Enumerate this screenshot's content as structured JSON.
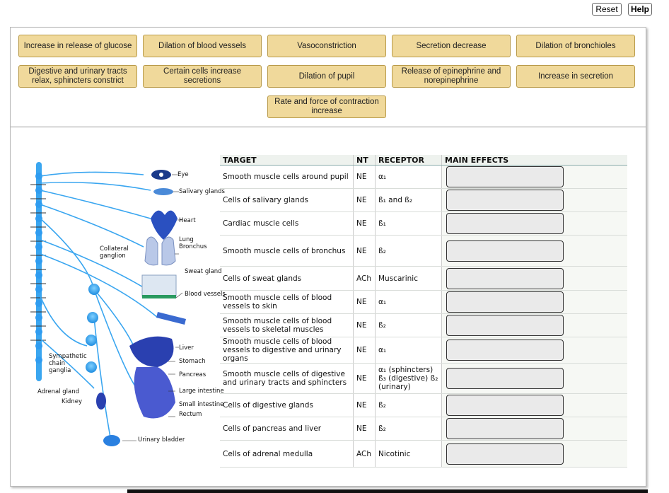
{
  "toolbar": {
    "reset_label": "Reset",
    "help_label": "Help"
  },
  "labels_bank": [
    "Increase in release of glucose",
    "Dilation of blood vessels",
    "Vasoconstriction",
    "Secretion decrease",
    "Dilation of bronchioles",
    "Digestive and urinary tracts relax, sphincters constrict",
    "Certain cells increase secretions",
    "Dilation of pupil",
    "Release of epinephrine and norepinephrine",
    "Increase in secretion",
    "Rate and force of contraction increase"
  ],
  "table": {
    "headers": {
      "target": "TARGET",
      "nt": "NT",
      "receptor": "RECEPTOR",
      "effects": "MAIN EFFECTS"
    },
    "rows": [
      {
        "target": "Smooth muscle cells around pupil",
        "nt": "NE",
        "receptor": "α₁"
      },
      {
        "target": "Cells of salivary glands",
        "nt": "NE",
        "receptor": "ß₁ and ß₂"
      },
      {
        "target": "Cardiac muscle cells",
        "nt": "NE",
        "receptor": "ß₁"
      },
      {
        "target": "Smooth muscle cells of bronchus",
        "nt": "NE",
        "receptor": "ß₂"
      },
      {
        "target": "Cells of sweat glands",
        "nt": "ACh",
        "receptor": "Muscarinic"
      },
      {
        "target": "Smooth muscle cells of blood vessels to skin",
        "nt": "NE",
        "receptor": "α₁"
      },
      {
        "target": "Smooth muscle cells of blood vessels to skeletal muscles",
        "nt": "NE",
        "receptor": "ß₂"
      },
      {
        "target": "Smooth muscle cells of blood vessels to digestive and urinary organs",
        "nt": "NE",
        "receptor": "α₁"
      },
      {
        "target": "Smooth muscle cells of digestive and urinary tracts and sphincters",
        "nt": "NE",
        "receptor": "α₁ (sphincters) ß₃ (digestive) ß₂ (urinary)"
      },
      {
        "target": "Cells of digestive glands",
        "nt": "NE",
        "receptor": "ß₂"
      },
      {
        "target": "Cells of pancreas and liver",
        "nt": "NE",
        "receptor": "ß₂"
      },
      {
        "target": "Cells of adrenal medulla",
        "nt": "ACh",
        "receptor": "Nicotinic"
      }
    ]
  },
  "anatomy_labels": {
    "eye": "Eye",
    "salivary": "Salivary glands",
    "heart": "Heart",
    "lung": "Lung",
    "bronchus": "Bronchus",
    "collateral": "Collateral ganglion",
    "sweat": "Sweat gland",
    "blood_vessels": "Blood vessels",
    "liver": "Liver",
    "stomach": "Stomach",
    "pancreas": "Pancreas",
    "large_intestine": "Large intestine",
    "small_intestine": "Small intestine",
    "rectum": "Rectum",
    "sympathetic": "Sympathetic chain ganglia",
    "adrenal": "Adrenal gland",
    "kidney": "Kidney",
    "bladder": "Urinary bladder"
  }
}
